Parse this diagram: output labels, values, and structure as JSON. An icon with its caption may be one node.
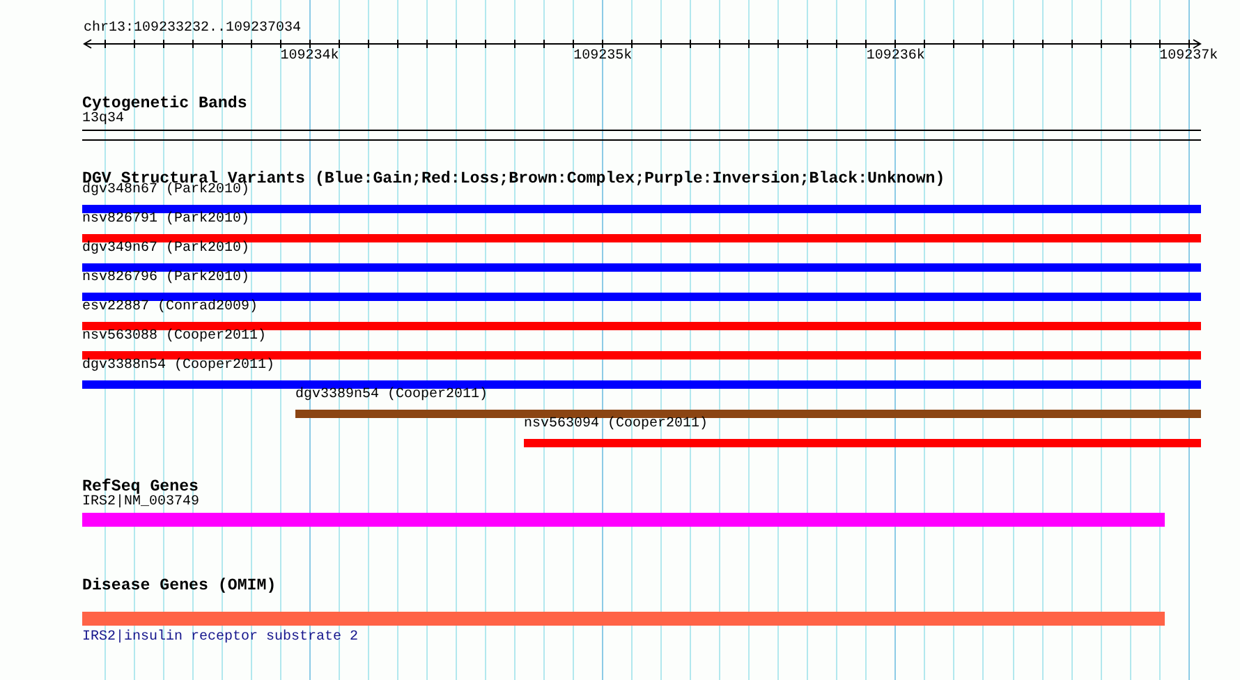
{
  "diagram": {
    "nodes": [
      {
        "text": [
          "13q34"
        ]
      },
      {
        "text": [
          "dgv348n67 (Park2010)"
        ]
      },
      {
        "text": [
          "nsv826791 (Park2010)"
        ]
      },
      {
        "text": [
          "dgv349n67 (Park2010)"
        ]
      },
      {
        "text": [
          "nsv826796 (Park2010)"
        ]
      },
      {
        "text": [
          "esv22887 (Conrad2009)"
        ]
      },
      {
        "text": [
          "nsv563088 (Cooper2011)"
        ]
      },
      {
        "text": [
          "dgv3388n54 (Cooper2011)"
        ]
      },
      {
        "text": [
          "dgv3389n54 (Cooper2011)"
        ]
      },
      {
        "text": [
          "nsv563094 (Cooper2011)"
        ]
      },
      {
        "text": [
          "IRS2|NM_003749"
        ]
      },
      {
        "text": [
          "IRS2|insulin receptor substrate 2"
        ]
      }
    ],
    "labels": [
      "chr13:109233232..109237034",
      "109234k",
      "109235k",
      "109236k",
      "109237k",
      "Cytogenetic Bands",
      "DGV Structural Variants (Blue:Gain;Red:Loss;Brown:Complex;Purple:Inversion;Black:Unknown)",
      "RefSeq Genes",
      "Disease Genes (OMIM)"
    ]
  }
}
